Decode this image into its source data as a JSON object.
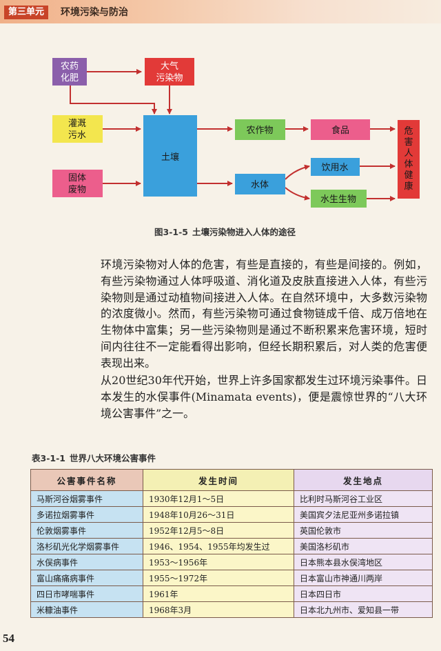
{
  "header": {
    "unit": "第三单元",
    "title": "环境污染与防治"
  },
  "diagram": {
    "nodes": {
      "pesticide": "农药\n化肥",
      "air": "大气\n污染物",
      "irrigation": "灌溉\n污水",
      "soil": "土壤",
      "waste": "固体\n废物",
      "crops": "农作物",
      "water": "水体",
      "food": "食品",
      "drink": "饮用水",
      "aquatic": "水生生物",
      "health": "危害人体健康"
    },
    "colors": {
      "purple": "#8b5fab",
      "red": "#e23a38",
      "yellow": "#f3e64e",
      "blue": "#3aa0dc",
      "pink": "#ec5e8c",
      "green": "#7dc95a",
      "arrow": "#c2302f"
    },
    "caption_number": "图3-1-5",
    "caption_text": "土壤污染物进入人体的途径"
  },
  "paragraphs": [
    "环境污染物对人体的危害，有些是直接的，有些是间接的。例如，有些污染物通过人体呼吸道、消化道及皮肤直接进入人体，有些污染物则是通过动植物间接进入人体。在自然环境中，大多数污染物的浓度微小。然而，有些污染物可通过食物链成千倍、成万倍地在生物体中富集；另一些污染物则是通过不断积累来危害环境，短时间内往往不一定能看得出影响，但经长期积累后，对人类的危害便表现出来。",
    "从20世纪30年代开始，世界上许多国家都发生过环境污染事件。日本发生的水俣事件(Minamata events)，便是震惊世界的“八大环境公害事件”之一。"
  ],
  "table": {
    "title_number": "表3-1-1",
    "title_text": "世界八大环境公害事件",
    "headers": [
      "公害事件名称",
      "发生时间",
      "发生地点"
    ],
    "rows": [
      [
        "马斯河谷烟雾事件",
        "1930年12月1～5日",
        "比利时马斯河谷工业区"
      ],
      [
        "多诺拉烟雾事件",
        "1948年10月26～31日",
        "美国宾夕法尼亚州多诺拉镇"
      ],
      [
        "伦敦烟雾事件",
        "1952年12月5～8日",
        "英国伦敦市"
      ],
      [
        "洛杉矶光化学烟雾事件",
        "1946、1954、1955年均发生过",
        "美国洛杉矶市"
      ],
      [
        "水俣病事件",
        "1953～1956年",
        "日本熊本县水俣湾地区"
      ],
      [
        "富山痛痛病事件",
        "1955～1972年",
        "日本富山市神通川两岸"
      ],
      [
        "四日市哮喘事件",
        "1961年",
        "日本四日市"
      ],
      [
        "米糠油事件",
        "1968年3月",
        "日本北九州市、爱知县一带"
      ]
    ]
  },
  "page_number": "54"
}
